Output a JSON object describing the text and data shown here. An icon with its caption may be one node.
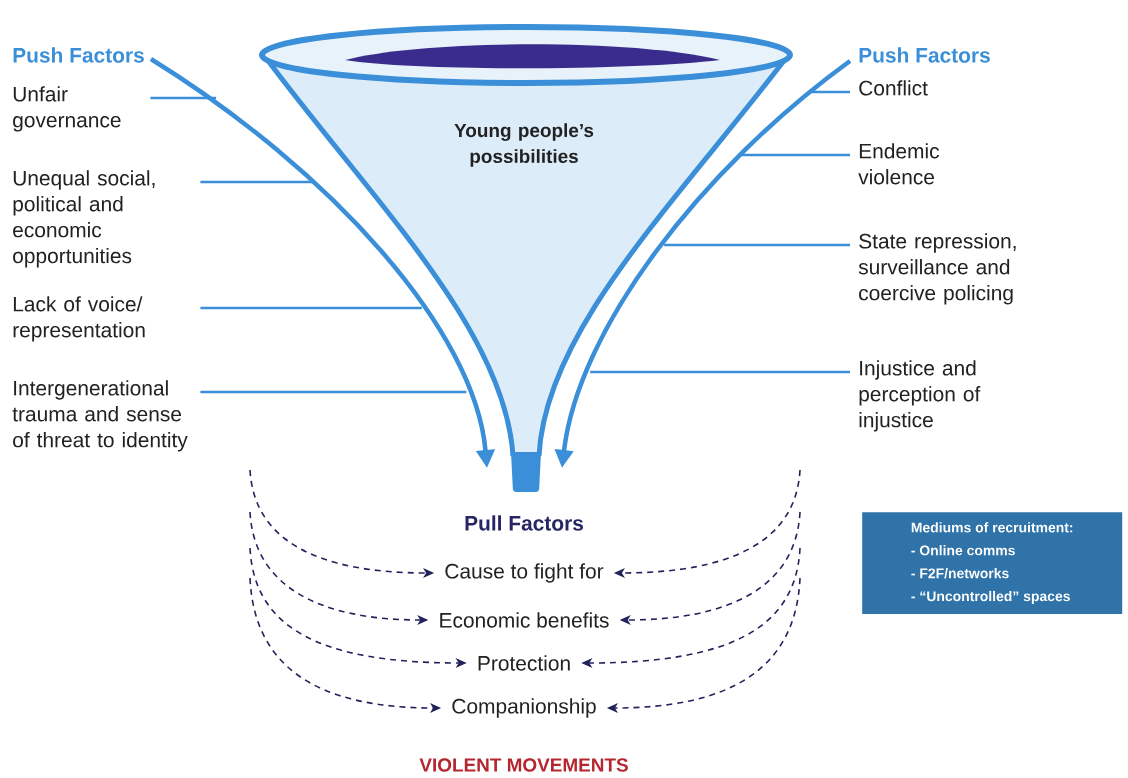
{
  "diagram": {
    "nodes": [
      {
        "text": [
          "Young people’s possibilities"
        ]
      },
      {
        "text": [
          "Push Factors"
        ]
      },
      {
        "text": [
          "Unfair governance"
        ]
      },
      {
        "text": [
          "Unequal social, political and economic opportunities"
        ]
      },
      {
        "text": [
          "Lack of voice/ representation"
        ]
      },
      {
        "text": [
          "Intergenerational trauma and sense of threat to identity"
        ]
      },
      {
        "text": [
          "Push Factors"
        ]
      },
      {
        "text": [
          "Conflict"
        ]
      },
      {
        "text": [
          "Endemic violence"
        ]
      },
      {
        "text": [
          "State repression, surveillance and coercive policing"
        ]
      },
      {
        "text": [
          "Injustice and perception of injustice"
        ]
      },
      {
        "text": [
          "Pull Factors"
        ]
      },
      {
        "text": [
          "Cause to fight for"
        ]
      },
      {
        "text": [
          "Economic benefits"
        ]
      },
      {
        "text": [
          "Protection"
        ]
      },
      {
        "text": [
          "Companionship"
        ]
      },
      {
        "text": [
          "Mediums of recruitment:",
          "- Online comms",
          "- F2F/networks",
          "- “Uncontrolled” spaces"
        ]
      }
    ],
    "edges": [
      {
        "from": 1,
        "to": null,
        "arrow": "to",
        "style": "thick"
      },
      {
        "from": 6,
        "to": null,
        "arrow": "to",
        "style": "thick"
      },
      {
        "from": 2,
        "to": null,
        "arrow": "none"
      },
      {
        "from": 3,
        "to": null,
        "arrow": "none"
      },
      {
        "from": 4,
        "to": null,
        "arrow": "none"
      },
      {
        "from": 5,
        "to": null,
        "arrow": "none"
      },
      {
        "from": 7,
        "to": null,
        "arrow": "none"
      },
      {
        "from": 8,
        "to": null,
        "arrow": "none"
      },
      {
        "from": 9,
        "to": null,
        "arrow": "none"
      },
      {
        "from": 10,
        "to": null,
        "arrow": "none"
      },
      {
        "from": null,
        "to": 12,
        "arrow": "to",
        "style": "dashed",
        "color": "#23235c"
      },
      {
        "from": null,
        "to": 13,
        "arrow": "to",
        "style": "dashed",
        "color": "#23235c"
      },
      {
        "from": null,
        "to": 14,
        "arrow": "to",
        "style": "dashed",
        "color": "#23235c"
      },
      {
        "from": null,
        "to": 15,
        "arrow": "to",
        "style": "dashed",
        "color": "#23235c"
      },
      {
        "from": null,
        "to": 12,
        "arrow": "to",
        "style": "dashed",
        "color": "#23235c"
      },
      {
        "from": null,
        "to": 13,
        "arrow": "to",
        "style": "dashed",
        "color": "#23235c"
      },
      {
        "from": null,
        "to": 14,
        "arrow": "to",
        "style": "dashed",
        "color": "#23235c"
      },
      {
        "from": null,
        "to": 15,
        "arrow": "to",
        "style": "dashed",
        "color": "#23235c"
      }
    ],
    "labels": [
      "VIOLENT MOVEMENTS"
    ]
  }
}
